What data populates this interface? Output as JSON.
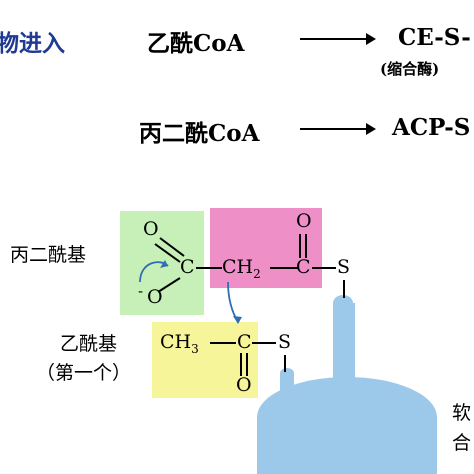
{
  "header": {
    "fragment": "物进入"
  },
  "reaction1": {
    "substrate": "乙酰CoA",
    "product": "CE-S-",
    "product_note": "(缩合酶)"
  },
  "reaction2": {
    "substrate": "丙二酰CoA",
    "product": "ACP-S"
  },
  "labels": {
    "malonyl": "丙二酰基",
    "acetyl": "乙酰基",
    "acetyl_note": "（第一个）",
    "carrier_line1": "软",
    "carrier_line2": "合"
  },
  "atoms": {
    "o_top_left": "O",
    "c_carboxyl": "C",
    "o_minus": "O",
    "minus": "-",
    "ch2": "CH",
    "ch2_sub": "2",
    "c_thioester": "C",
    "o_top_right": "O",
    "s_right": "S",
    "ch3": "CH",
    "ch3_sub": "3",
    "c_acetyl": "C",
    "o_acetyl": "O",
    "s_acetyl": "S"
  },
  "colors": {
    "header_text": "#1f3a93",
    "green_box": "#c6f0b8",
    "pink_box": "#ef8fc7",
    "yellow_box": "#f7f59a",
    "carrier": "#9cc9ea",
    "arrow_blue": "#2f6db5"
  }
}
